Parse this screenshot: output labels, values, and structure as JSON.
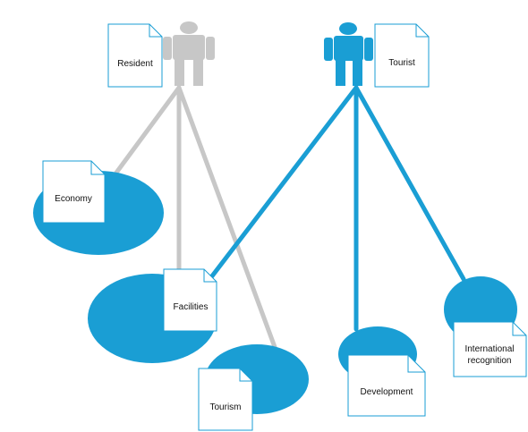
{
  "actors": [
    {
      "id": "resident",
      "label": "Resident",
      "color": "#c7c7c7",
      "icon": "person-icon"
    },
    {
      "id": "tourist",
      "label": "Tourist",
      "color": "#1a9ed4",
      "icon": "person-icon"
    }
  ],
  "topics": [
    {
      "id": "economy",
      "label": "Economy"
    },
    {
      "id": "facilities",
      "label": "Facilities"
    },
    {
      "id": "tourism",
      "label": "Tourism"
    },
    {
      "id": "development",
      "label": "Development"
    },
    {
      "id": "international",
      "label_lines": [
        "International",
        "recognition"
      ]
    }
  ],
  "links": [
    {
      "from": "resident",
      "to": "economy"
    },
    {
      "from": "resident",
      "to": "facilities"
    },
    {
      "from": "resident",
      "to": "tourism"
    },
    {
      "from": "tourist",
      "to": "facilities"
    },
    {
      "from": "tourist",
      "to": "development"
    },
    {
      "from": "tourist",
      "to": "international"
    }
  ],
  "colors": {
    "topic_fill": "#1a9ed4",
    "note_border": "#1a9ed4",
    "note_fill": "#ffffff"
  }
}
